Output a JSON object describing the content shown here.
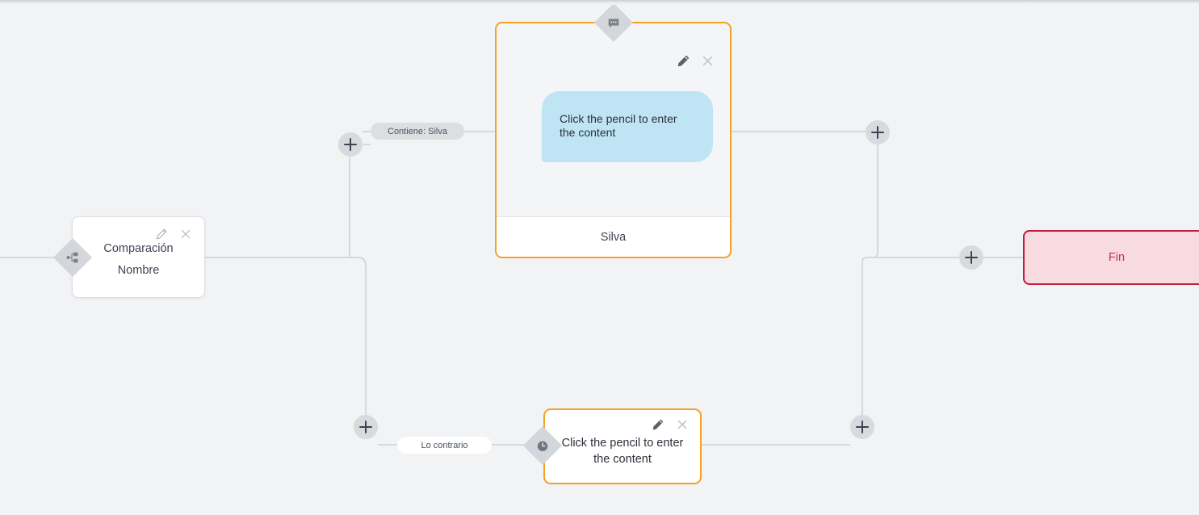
{
  "canvas": {
    "background": "#f2f3f5",
    "edge_color": "#d5d8dc"
  },
  "nodes": {
    "comparacion": {
      "title": "Comparación",
      "subtitle": "Nombre",
      "icon": "branch-split-icon",
      "edit_label": "pencil-icon",
      "close_label": "close-icon",
      "border_color": "#dcdfe3",
      "background": "#ffffff"
    },
    "message": {
      "icon": "chat-bubble-icon",
      "bubble_text": "Click the pencil to enter the content",
      "bubble_color": "#bfe4f4",
      "footer_label": "Silva",
      "edit_label": "pencil-icon",
      "close_label": "close-icon",
      "border_color": "#f5a027",
      "background": "#f4f5f6"
    },
    "delay": {
      "icon": "clock-icon",
      "text": "Click the pencil to enter the content",
      "edit_label": "pencil-icon",
      "close_label": "close-icon",
      "border_color": "#f5a027",
      "background": "#ffffff"
    },
    "fin": {
      "label": "Fin",
      "border_color": "#bf1e3c",
      "background": "#f7dbe0",
      "text_color": "#c0304e"
    }
  },
  "edge_labels": {
    "contiene": "Contiene: Silva",
    "contrario": "Lo contrario"
  },
  "handles": {
    "add": "+",
    "top_left": "add-step-top-left",
    "bottom_left": "add-step-bottom-left",
    "top_right": "add-step-top-right",
    "bottom_right": "add-step-bottom-right",
    "fin": "add-step-before-fin"
  }
}
